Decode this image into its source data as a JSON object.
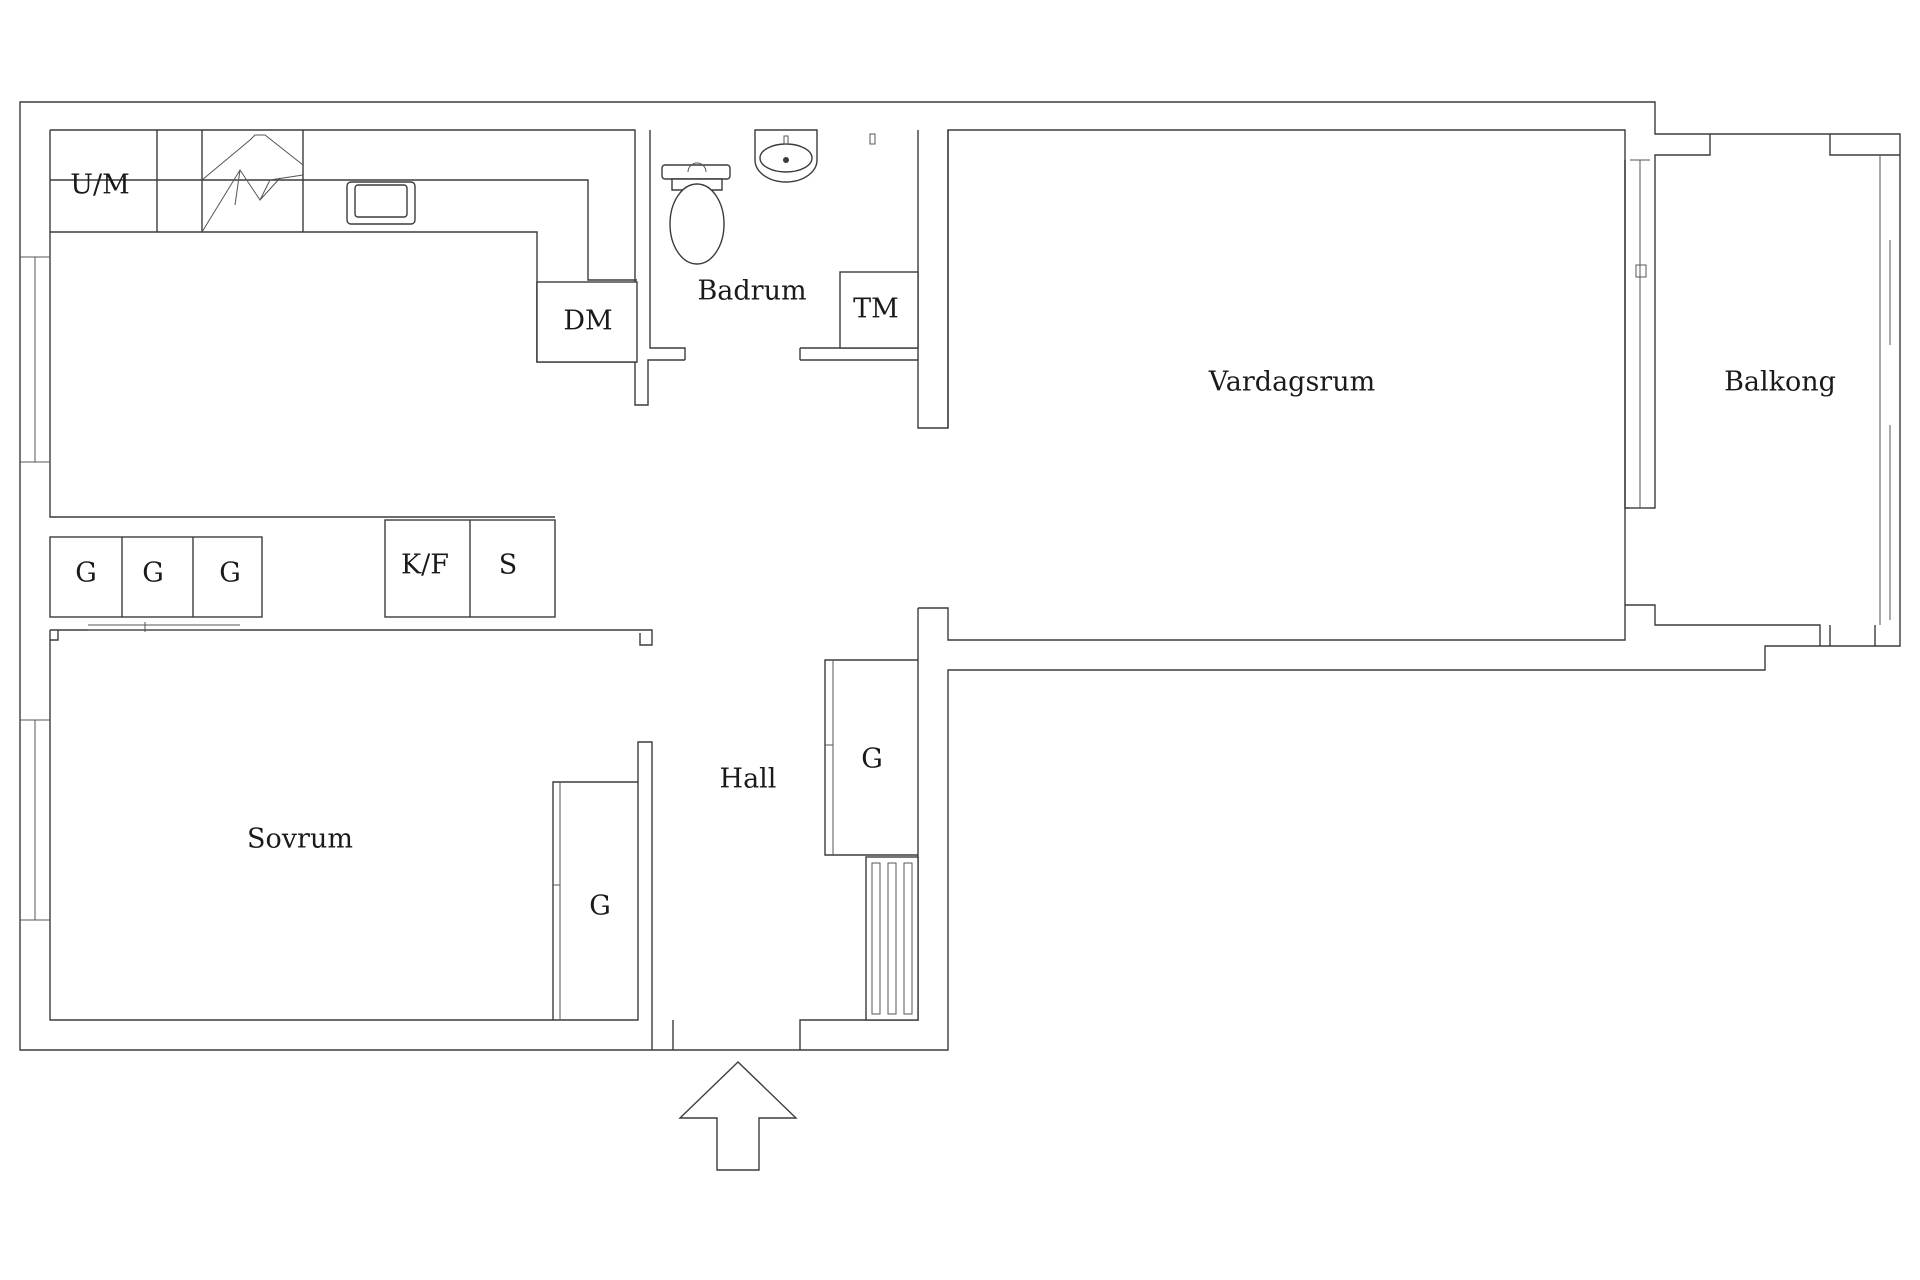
{
  "rooms": {
    "um": "U/M",
    "dm": "DM",
    "badrum": "Badrum",
    "tm": "TM",
    "vardagsrum": "Vardagsrum",
    "balkong": "Balkong",
    "wardrobe_1": "G",
    "wardrobe_2": "G",
    "wardrobe_3": "G",
    "kf": "K/F",
    "s": "S",
    "hall": "Hall",
    "hall_wardrobe": "G",
    "sovrum": "Sovrum",
    "sovrum_wardrobe": "G"
  }
}
